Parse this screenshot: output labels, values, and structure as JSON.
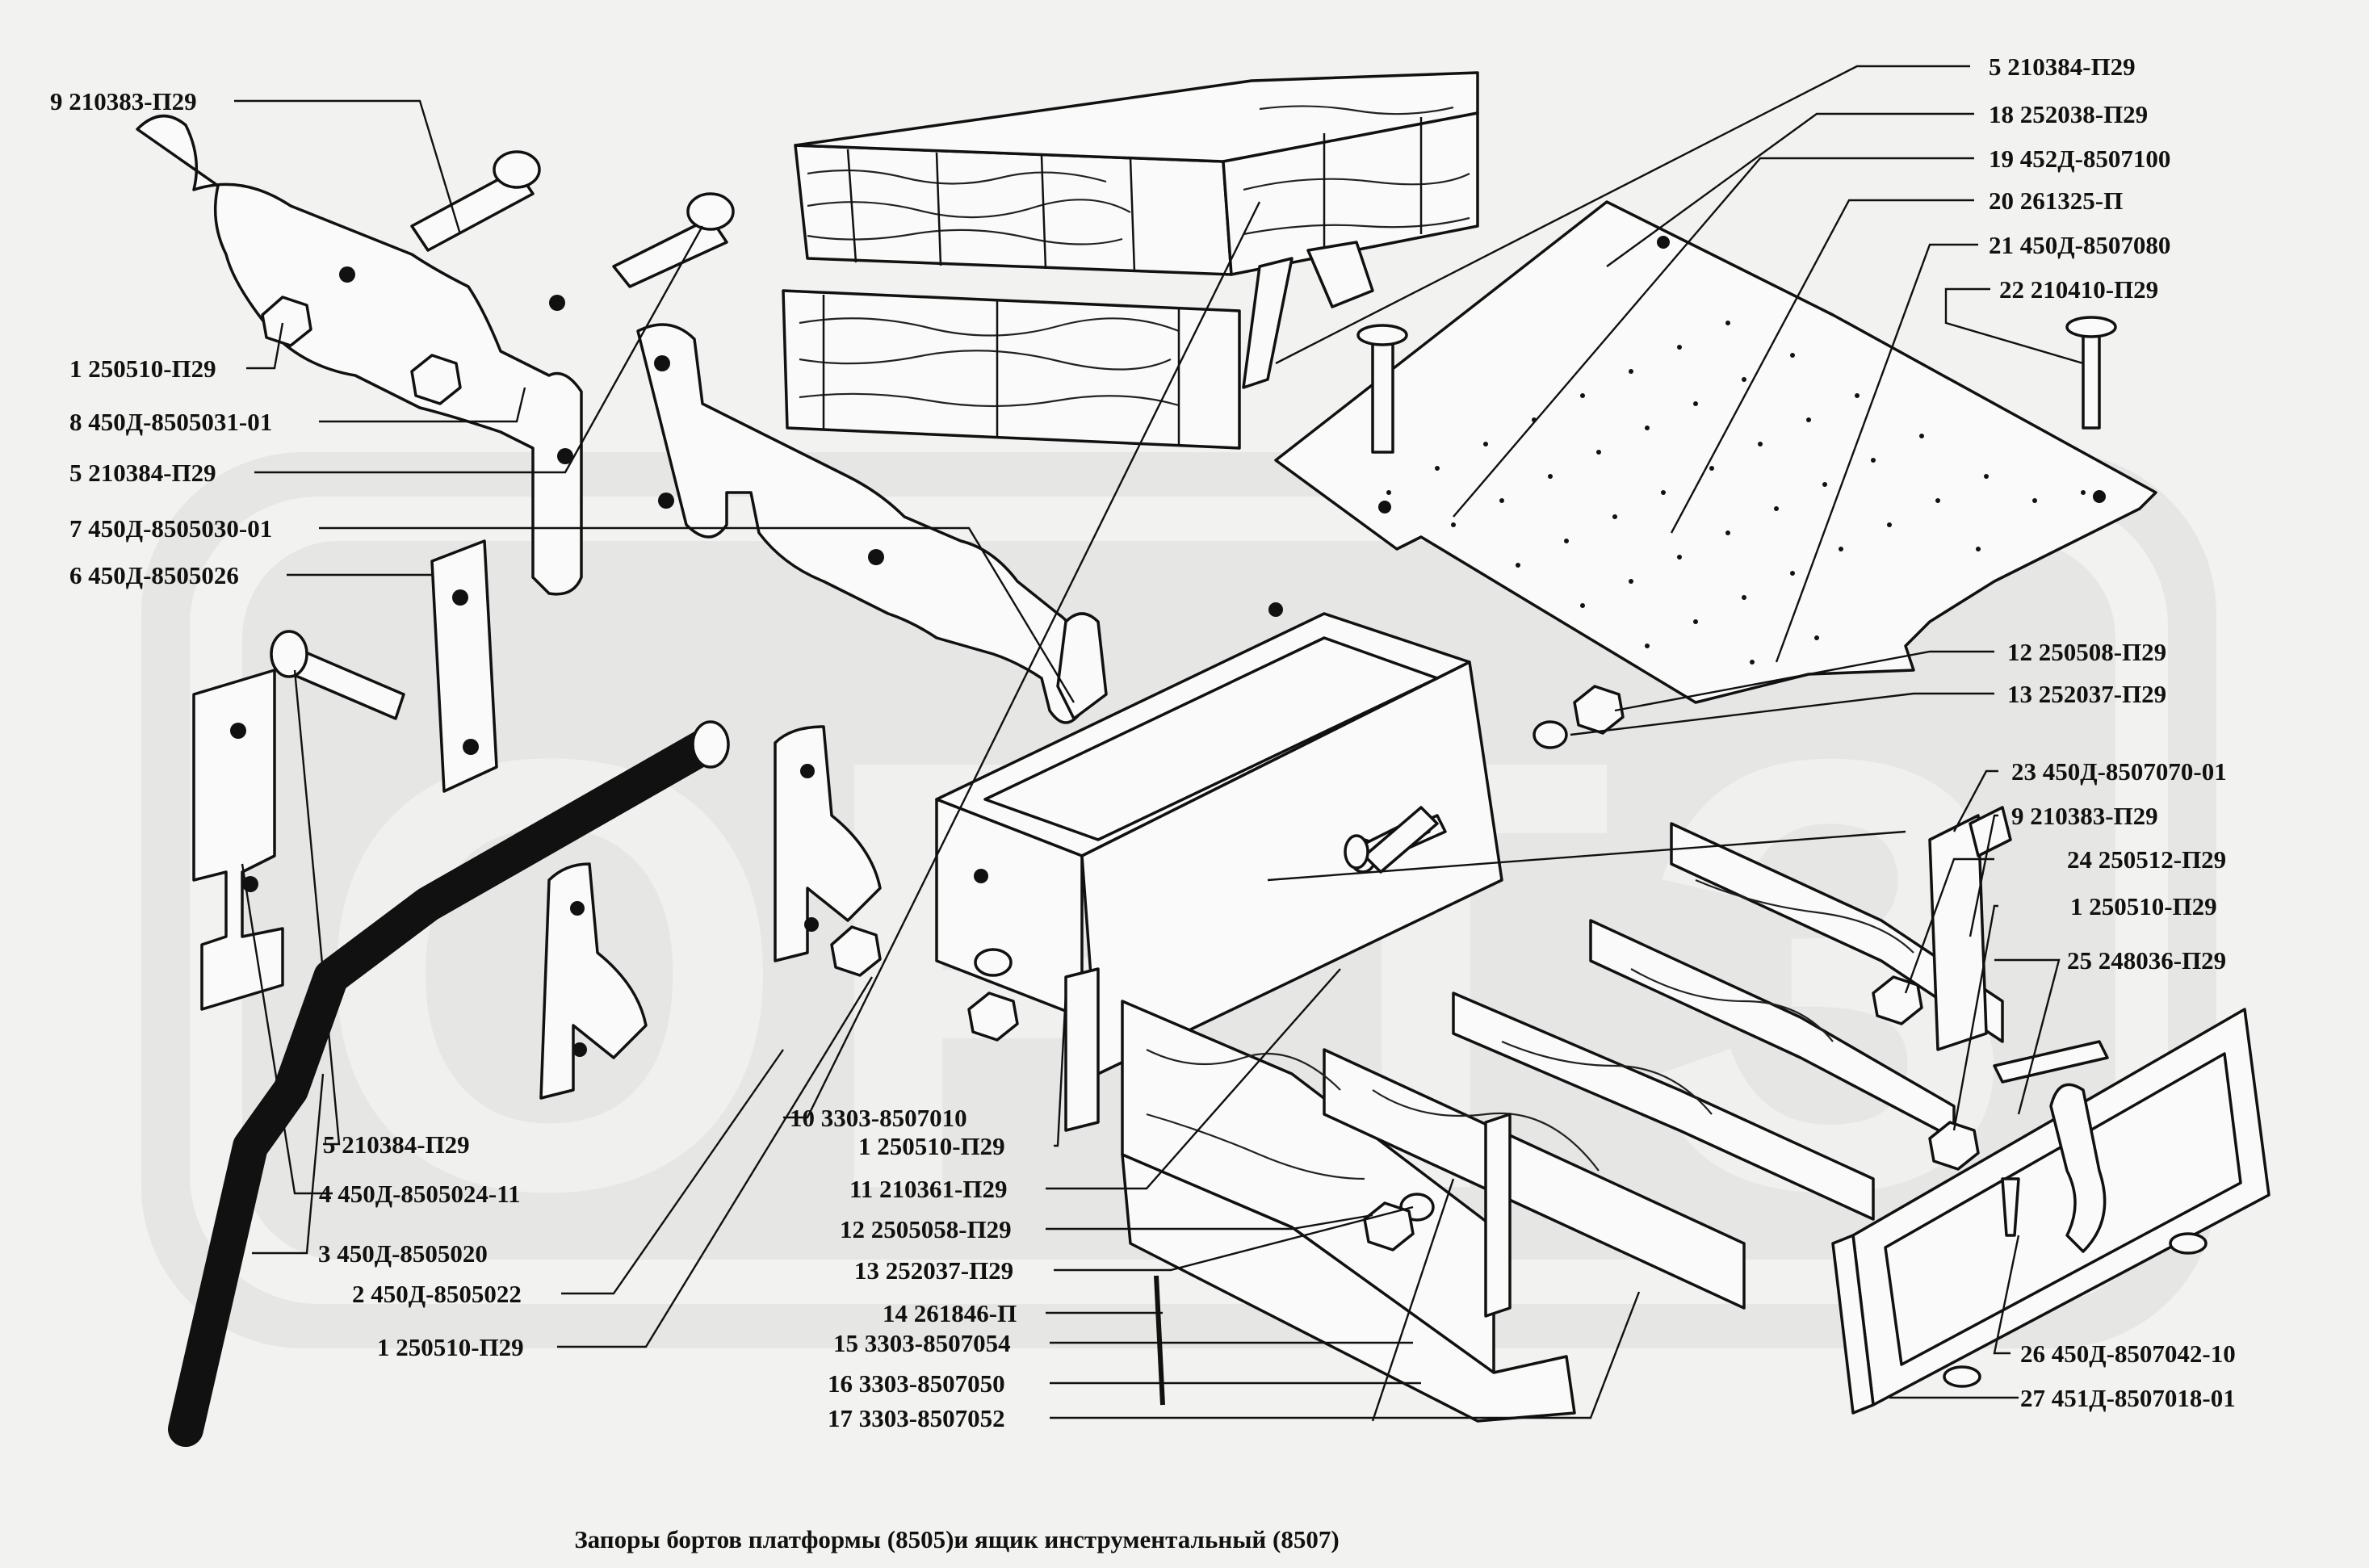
{
  "caption": "Запоры бортов платформы (8505)и ящик инструментальный (8507)",
  "watermark": "ОРТЗ",
  "labels": {
    "l9a": "9  210383-П29",
    "l1a": "1  250510-П29",
    "l8": "8  450Д-8505031-01",
    "l5a": "5  210384-П29",
    "l7": "7  450Д-8505030-01",
    "l6": "6  450Д-8505026",
    "l5b": "5  210384-П29",
    "l4": "4  450Д-8505024-11",
    "l3": "3  450Д-8505020",
    "l2": "2  450Д-8505022",
    "l1b": "1  250510-П29",
    "l10": "10  3303-8507010",
    "l1c": "1  250510-П29",
    "l11": "11  210361-П29",
    "l12b": "12  2505058-П29",
    "l13b": "13  252037-П29",
    "l14": "14  261846-П",
    "l15": "15  3303-8507054",
    "l16": "16  3303-8507050",
    "l17": "17  3303-8507052",
    "l5c": "5  210384-П29",
    "l18": "18  252038-П29",
    "l19": "19  452Д-8507100",
    "l20": "20  261325-П",
    "l21": "21  450Д-8507080",
    "l22": "22  210410-П29",
    "l12a": "12  250508-П29",
    "l13a": "13  252037-П29",
    "l23": "23  450Д-8507070-01",
    "l9b": "9  210383-П29",
    "l24": "24  250512-П29",
    "l1d": "1  250510-П29",
    "l25": "25  248036-П29",
    "l26": "26  450Д-8507042-10",
    "l27": "27  451Д-8507018-01"
  }
}
